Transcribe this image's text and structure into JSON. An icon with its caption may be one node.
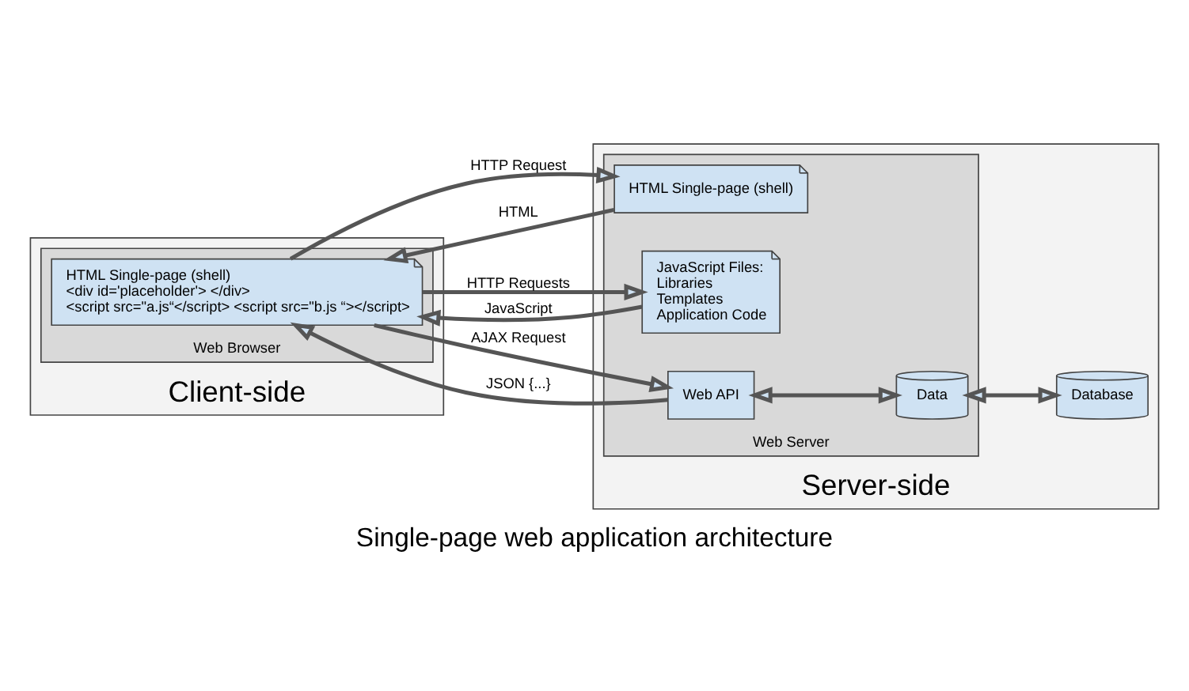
{
  "diagram": {
    "caption": "Single-page web application architecture",
    "nodes": [
      {
        "text": [
          "Client-side"
        ]
      },
      {
        "text": [
          "Server-side"
        ]
      },
      {
        "text": [
          "Web Browser"
        ],
        "in": 0
      },
      {
        "text": [
          "HTML Single-page (shell)",
          "<div id='placeholder'> </div>",
          "<script src=\"a.js“</script> <script src=\"b.js “></script>"
        ],
        "in": 2
      },
      {
        "text": [
          "Web Server"
        ],
        "in": 1
      },
      {
        "text": [
          "HTML Single-page (shell)"
        ],
        "in": 4
      },
      {
        "text": [
          "JavaScript Files:",
          "Libraries",
          "Templates",
          "Application Code"
        ],
        "in": 4
      },
      {
        "text": [
          "Web API"
        ],
        "in": 4
      },
      {
        "text": [
          "Data"
        ],
        "in": 4
      },
      {
        "text": [
          "Database"
        ],
        "in": 1
      }
    ],
    "edges": [
      {
        "from": 3,
        "to": 5,
        "arrow": "to",
        "label": "HTTP Request"
      },
      {
        "from": 5,
        "to": 3,
        "arrow": "to",
        "label": "HTML"
      },
      {
        "from": 3,
        "to": 6,
        "arrow": "to",
        "label": "HTTP Requests"
      },
      {
        "from": 6,
        "to": 3,
        "arrow": "to",
        "label": "JavaScript"
      },
      {
        "from": 3,
        "to": 7,
        "arrow": "to",
        "label": "AJAX Request"
      },
      {
        "from": 7,
        "to": 3,
        "arrow": "to",
        "label": "JSON {...}"
      },
      {
        "from": 7,
        "to": 8,
        "arrow": "both"
      },
      {
        "from": 8,
        "to": 9,
        "arrow": "both"
      }
    ]
  }
}
